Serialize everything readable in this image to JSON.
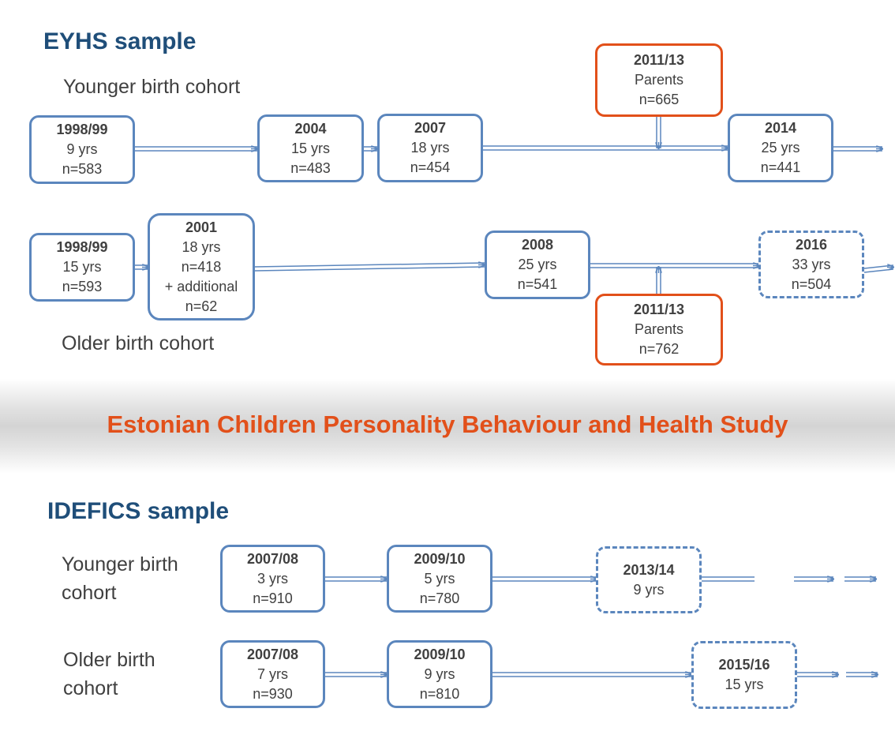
{
  "eyhs": {
    "title": "EYHS sample",
    "younger": {
      "label": "Younger birth cohort",
      "w1": {
        "year": "1998/99",
        "age": "9 yrs",
        "n": "n=583"
      },
      "w2": {
        "year": "2004",
        "age": "15 yrs",
        "n": "n=483"
      },
      "w3": {
        "year": "2007",
        "age": "18 yrs",
        "n": "n=454"
      },
      "w4": {
        "year": "2014",
        "age": "25 yrs",
        "n": "n=441"
      },
      "parents": {
        "year": "2011/13",
        "label": "Parents",
        "n": "n=665"
      }
    },
    "older": {
      "label": "Older birth cohort",
      "w1": {
        "year": "1998/99",
        "age": "15 yrs",
        "n": "n=593"
      },
      "w2": {
        "year": "2001",
        "age": "18 yrs",
        "n": "n=418",
        "extra": "+ additional",
        "extra_n": "n=62"
      },
      "w3": {
        "year": "2008",
        "age": "25 yrs",
        "n": "n=541"
      },
      "w4": {
        "year": "2016",
        "age": "33 yrs",
        "n": "n=504"
      },
      "parents": {
        "year": "2011/13",
        "label": "Parents",
        "n": "n=762"
      }
    }
  },
  "banner": {
    "text": "Estonian Children Personality Behaviour and Health Study"
  },
  "idefics": {
    "title": "IDEFICS sample",
    "younger": {
      "label_line1": "Younger birth",
      "label_line2": "cohort",
      "w1": {
        "year": "2007/08",
        "age": "3 yrs",
        "n": "n=910"
      },
      "w2": {
        "year": "2009/10",
        "age": "5 yrs",
        "n": "n=780"
      },
      "w3": {
        "year": "2013/14",
        "age": "9 yrs"
      }
    },
    "older": {
      "label_line1": "Older birth",
      "label_line2": "cohort",
      "w1": {
        "year": "2007/08",
        "age": "7 yrs",
        "n": "n=930"
      },
      "w2": {
        "year": "2009/10",
        "age": "9 yrs",
        "n": "n=810"
      },
      "w3": {
        "year": "2015/16",
        "age": "15 yrs"
      }
    }
  },
  "colors": {
    "box_border": "#5b86bd",
    "parents_border": "#e2501a",
    "title": "#1f4e79",
    "banner_text": "#e2501a"
  }
}
